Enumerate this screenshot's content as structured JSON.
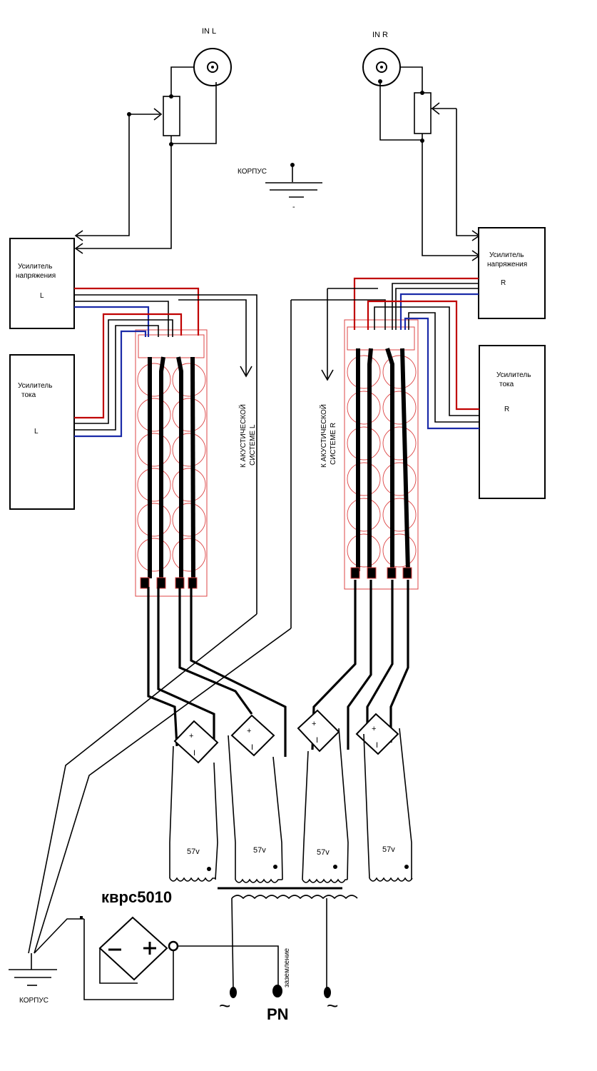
{
  "inputs": {
    "left": "IN L",
    "right": "IN R"
  },
  "ground_top": "КОРПУС",
  "ground_bottom": "КОРПУС",
  "minus_sign": "-",
  "voltage_amp": {
    "line1": "Усилитель",
    "line2": "напряжения",
    "left_ch": "L",
    "right_ch": "R"
  },
  "current_amp": {
    "line1": "Усилитель",
    "line2": "тока",
    "left_ch": "L",
    "right_ch": "R"
  },
  "speaker": {
    "line1": "К АКУСТИЧЕСКОЙ",
    "line2_left": "СИСТЕМЕ   L",
    "line2_right": "СИСТЕМЕ   R"
  },
  "rectifier": {
    "plus": "+",
    "minus": "I"
  },
  "transformer_taps": [
    "57v",
    "57v",
    "57v",
    "57v"
  ],
  "bridge": {
    "name": "кврс5010",
    "minus": "−",
    "plus": "+"
  },
  "mains": {
    "label": "PN",
    "earth": "заземление",
    "tilde": "~"
  },
  "colors": {
    "red": "#c00000",
    "blue": "#1a2aa8",
    "pcb": "#d44444"
  }
}
